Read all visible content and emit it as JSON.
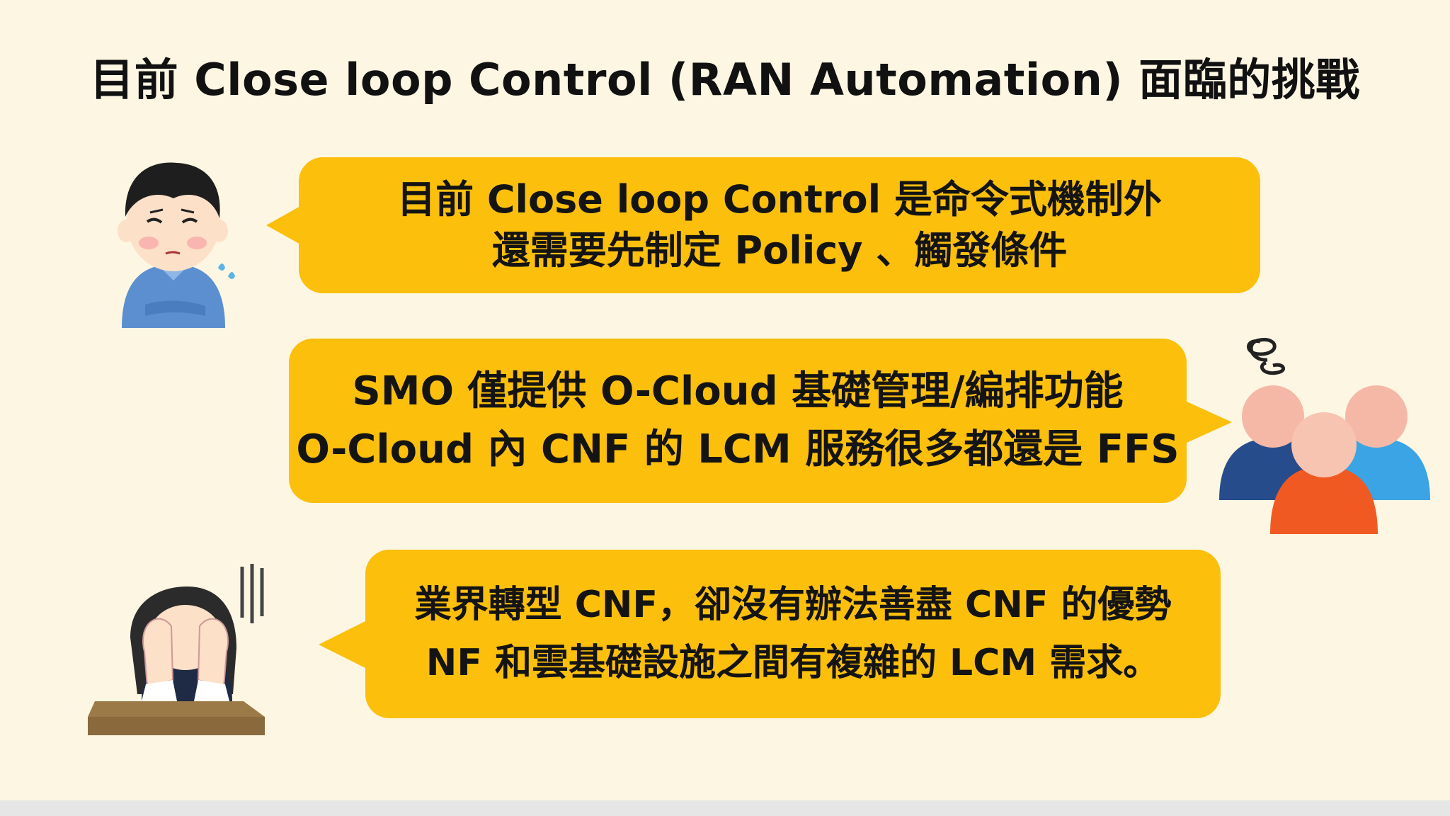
{
  "slide": {
    "title": "目前 Close loop Control (RAN Automation) 面臨的挑戰",
    "bubbles": [
      {
        "lines": [
          "目前 Close loop Control 是命令式機制外",
          "還需要先制定 Policy 、觸發條件"
        ]
      },
      {
        "lines": [
          "SMO 僅提供 O-Cloud 基礎管理/編排功能",
          "O-Cloud 內 CNF 的 LCM 服務很多都還是 FFS"
        ]
      },
      {
        "lines": [
          "業界轉型 CNF，卻沒有辦法善盡 CNF 的優勢",
          "NF 和雲基礎設施之間有複雜的 LCM 需求。"
        ]
      }
    ],
    "colors": {
      "background": "#fdf6e3",
      "bubble": "#fbbf0c",
      "text": "#141414"
    },
    "illustrations": [
      "worried-man-icon",
      "confused-group-icon",
      "despair-person-icon"
    ]
  }
}
